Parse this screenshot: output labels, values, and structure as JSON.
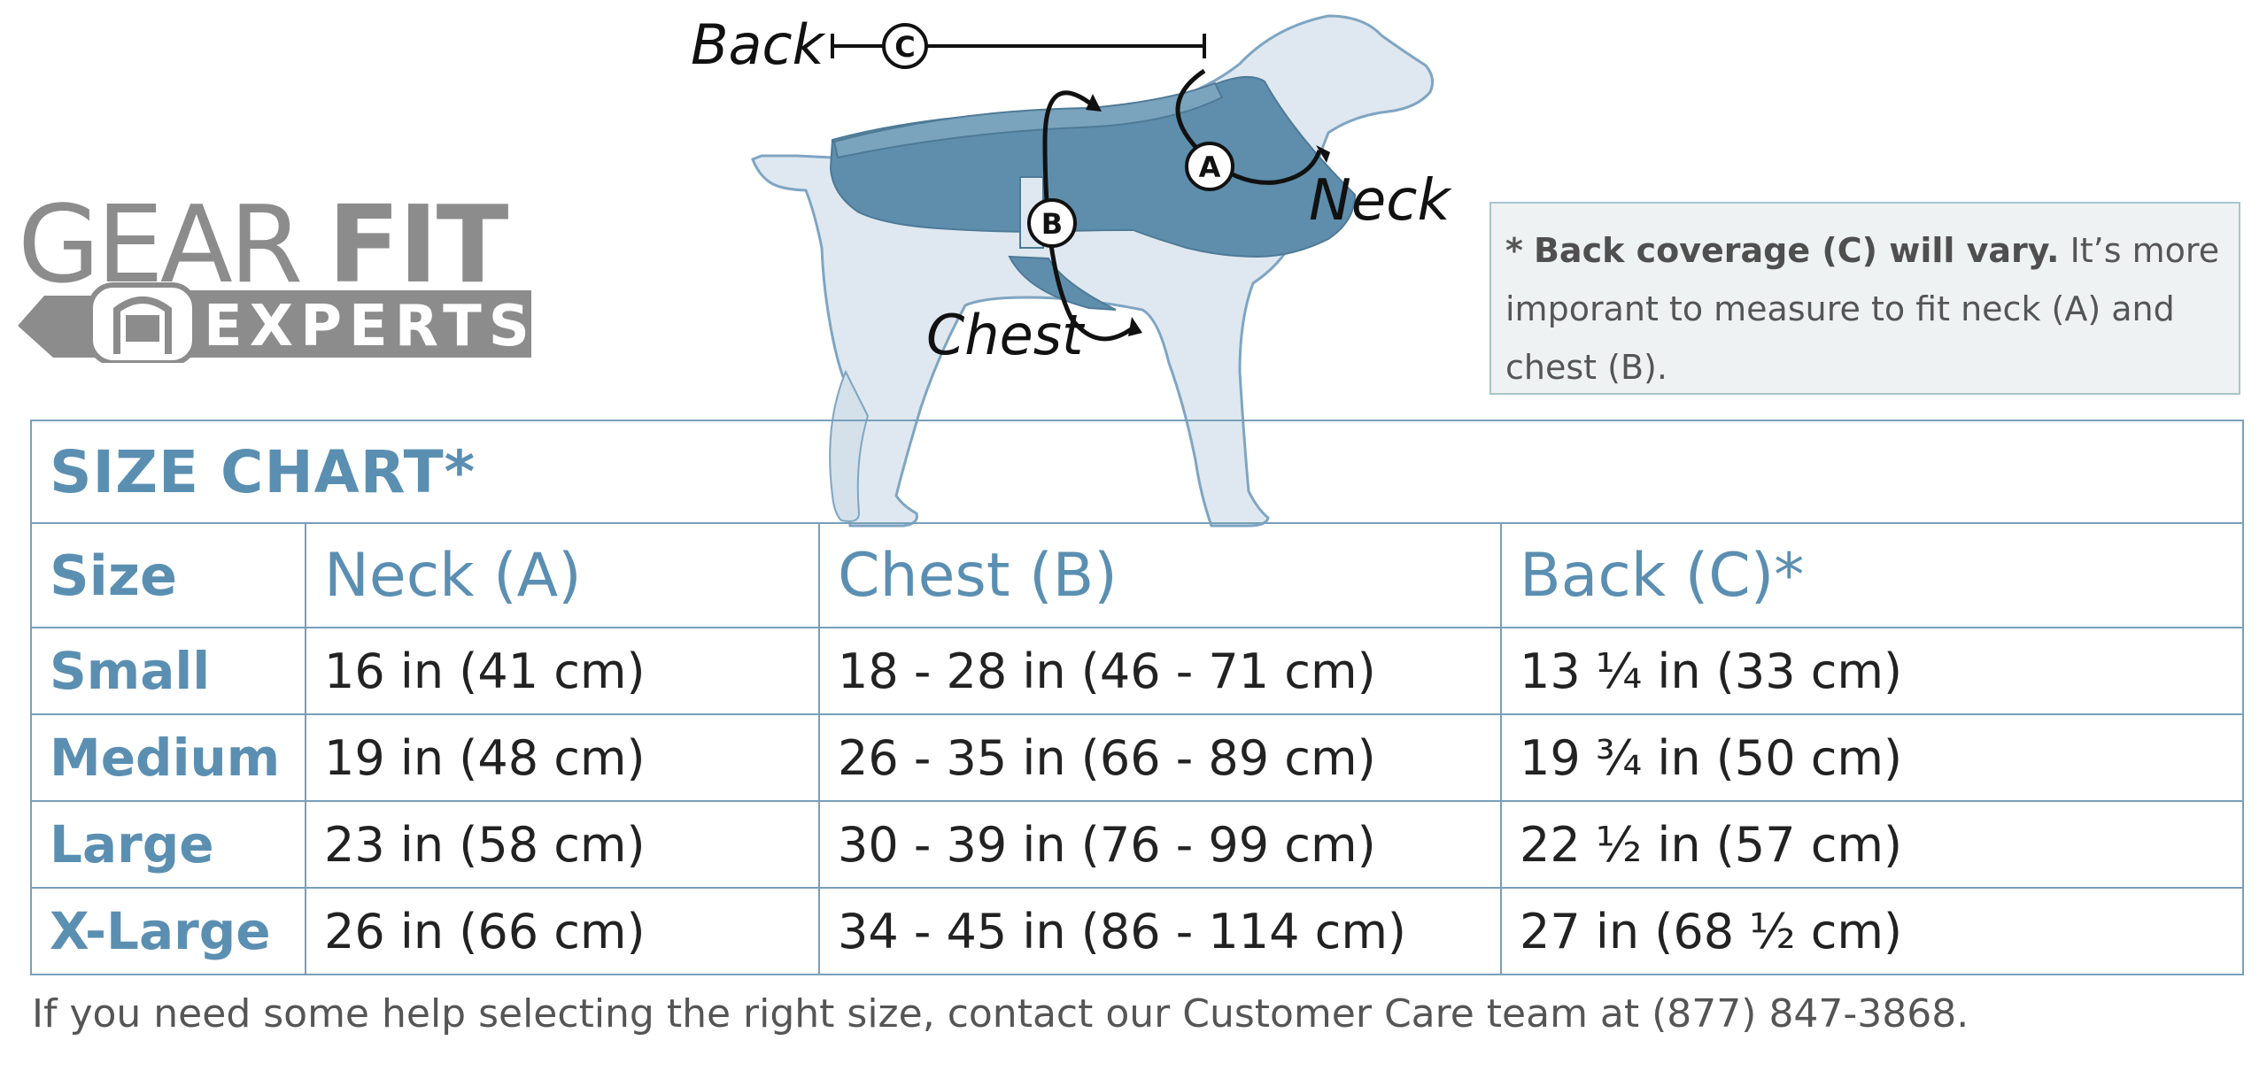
{
  "logo": {
    "line1_light": "GEAR",
    "line1_bold": "FIT",
    "line2": "EXPERTS",
    "icon": "harness-badge-icon",
    "color": "#8c8c8c"
  },
  "diagram": {
    "labels": {
      "back": "Back",
      "neck": "Neck",
      "chest": "Chest"
    },
    "markers": {
      "a": "A",
      "b": "B",
      "c": "C"
    },
    "colors": {
      "dog": "#dfe8f0",
      "dog_outline": "#7fa5c2",
      "harness": "#5e8eac"
    }
  },
  "note": {
    "star": "*",
    "bold": "Back coverage (C) will vary.",
    "text": " It’s more imporant to measure to fit neck (A) and chest (B)."
  },
  "table": {
    "title": "SIZE CHART*",
    "headers": [
      "Size",
      "Neck (A)",
      "Chest (B)",
      "Back (C)*"
    ],
    "rows": [
      {
        "size": "Small",
        "neck": "16 in  (41 cm)",
        "chest": "18 - 28 in  (46 - 71 cm)",
        "back": "13 ¼ in  (33 cm)"
      },
      {
        "size": "Medium",
        "neck": "19 in  (48 cm)",
        "chest": "26 - 35 in  (66 - 89 cm)",
        "back": "19 ¾ in  (50 cm)"
      },
      {
        "size": "Large",
        "neck": "23 in  (58 cm)",
        "chest": "30 - 39 in  (76 - 99 cm)",
        "back": "22 ½ in  (57 cm)"
      },
      {
        "size": "X-Large",
        "neck": "26 in  (66 cm)",
        "chest": "34 - 45 in  (86 - 114 cm)",
        "back": "27 in  (68 ½ cm)"
      }
    ],
    "colors": {
      "accent": "#5b8fb2",
      "border": "#7a9fb8"
    }
  },
  "footer": {
    "text": "If you need some help selecting the right size, contact our Customer Care team at (877) 847-3868."
  }
}
